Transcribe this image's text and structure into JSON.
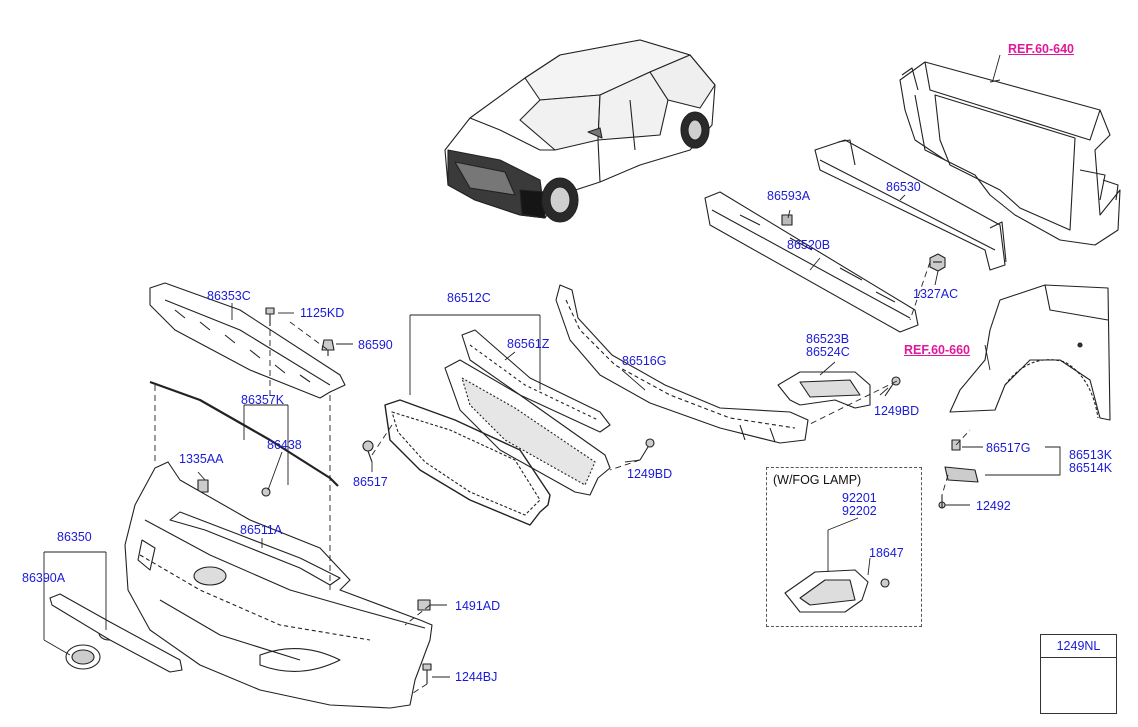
{
  "diagram": {
    "refs": {
      "ref_60_640": "REF.60-640",
      "ref_60_660": "REF.60-660"
    },
    "labels": {
      "p86593A": "86593A",
      "p86530": "86530",
      "p86520B": "86520B",
      "p1327AC": "1327AC",
      "p86353C": "86353C",
      "p1125KD": "1125KD",
      "p86590": "86590",
      "p86512C": "86512C",
      "p86561Z": "86561Z",
      "p86516G": "86516G",
      "p86523B": "86523B",
      "p86524C": "86524C",
      "p1249BD_right": "1249BD",
      "p86357K": "86357K",
      "p86438": "86438",
      "p1335AA": "1335AA",
      "p86517_left": "86517",
      "p1249BD_mid": "1249BD",
      "p86517G": "86517G",
      "p86513K": "86513K",
      "p86514K": "86514K",
      "p86511A": "86511A",
      "p12492": "12492",
      "p86350": "86350",
      "p86390A": "86390A",
      "p92201": "92201",
      "p92202": "92202",
      "p18647": "18647",
      "p1491AD": "1491AD",
      "p1244BJ": "1244BJ"
    },
    "fog_lamp_note": "(W/FOG LAMP)",
    "legend_part": "1249NL"
  }
}
